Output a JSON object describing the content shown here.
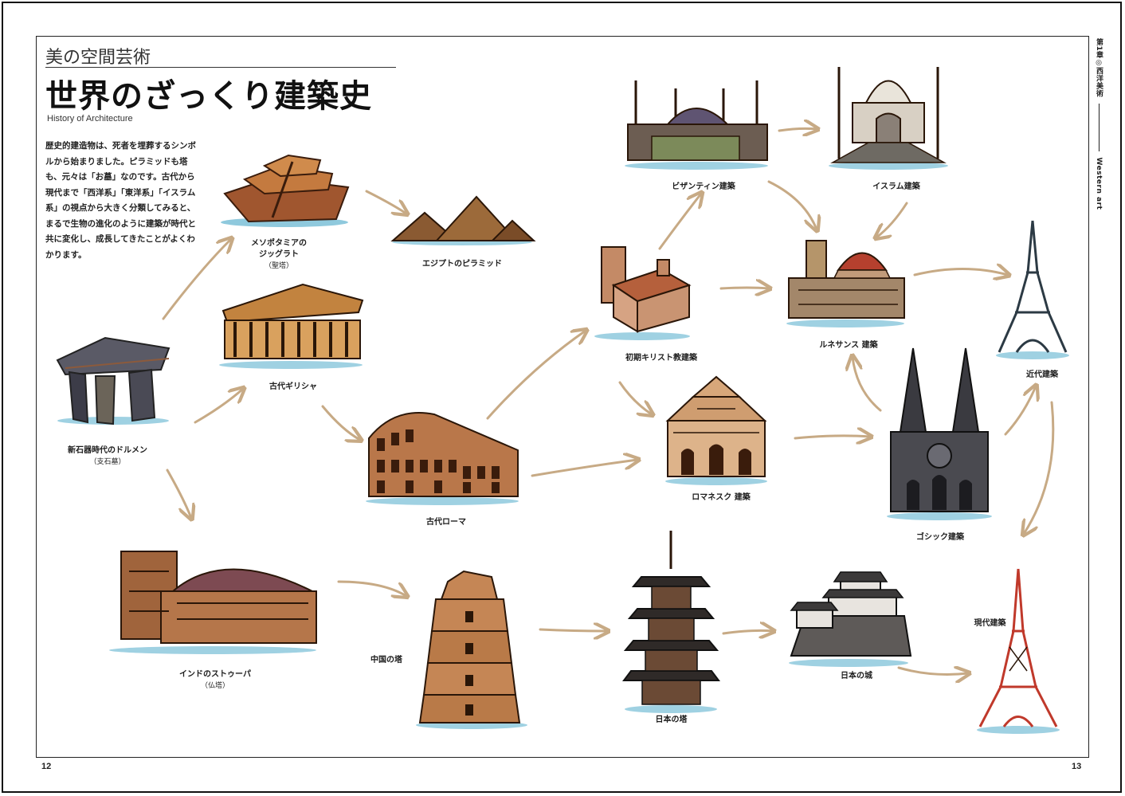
{
  "header": {
    "section_label": "美の空間芸術",
    "title": "世界のざっくり建築史",
    "subtitle": "History of Architecture"
  },
  "intro": "歴史的建造物は、死者を埋葬するシンボルから始まりました。ピラミッドも塔も、元々は「お墓」なのです。古代から現代まで「西洋系」「東洋系」「イスラム系」の視点から大きく分類してみると、まるで生物の進化のように建築が時代と共に変化し、成長してきたことがよくわかります。",
  "side_tab": {
    "chapter": "第1章◎西洋美術",
    "english": "Western art"
  },
  "pages": {
    "left": "12",
    "right": "13"
  },
  "buildings": {
    "dolmen": {
      "label": "新石器時代のドルメン",
      "sub": "（支石墓）"
    },
    "ziggurat": {
      "label": "メソポタミアの\nジッグラト",
      "sub": "（聖塔）"
    },
    "pyramid": {
      "label": "エジプトのピラミッド"
    },
    "greece": {
      "label": "古代ギリシャ"
    },
    "rome": {
      "label": "古代ローマ"
    },
    "stupa": {
      "label": "インドのストゥーパ",
      "sub": "（仏塔）"
    },
    "china": {
      "label": "中国の塔"
    },
    "early_christian": {
      "label": "初期キリスト教建築"
    },
    "byzantine": {
      "label": "ビザンティン建築"
    },
    "islamic": {
      "label": "イスラム建築"
    },
    "romanesque": {
      "label": "ロマネスク 建築"
    },
    "renaissance": {
      "label": "ルネサンス 建築"
    },
    "gothic": {
      "label": "ゴシック建築"
    },
    "modern": {
      "label": "近代建築"
    },
    "contemporary": {
      "label": "現代建築"
    },
    "japan_pagoda": {
      "label": "日本の塔"
    },
    "japan_castle": {
      "label": "日本の城"
    }
  },
  "colors": {
    "arrow": "#c7aa85",
    "frame": "#222222",
    "tower_red": "#c0392b",
    "accent_blue": "#5fb2cf"
  }
}
